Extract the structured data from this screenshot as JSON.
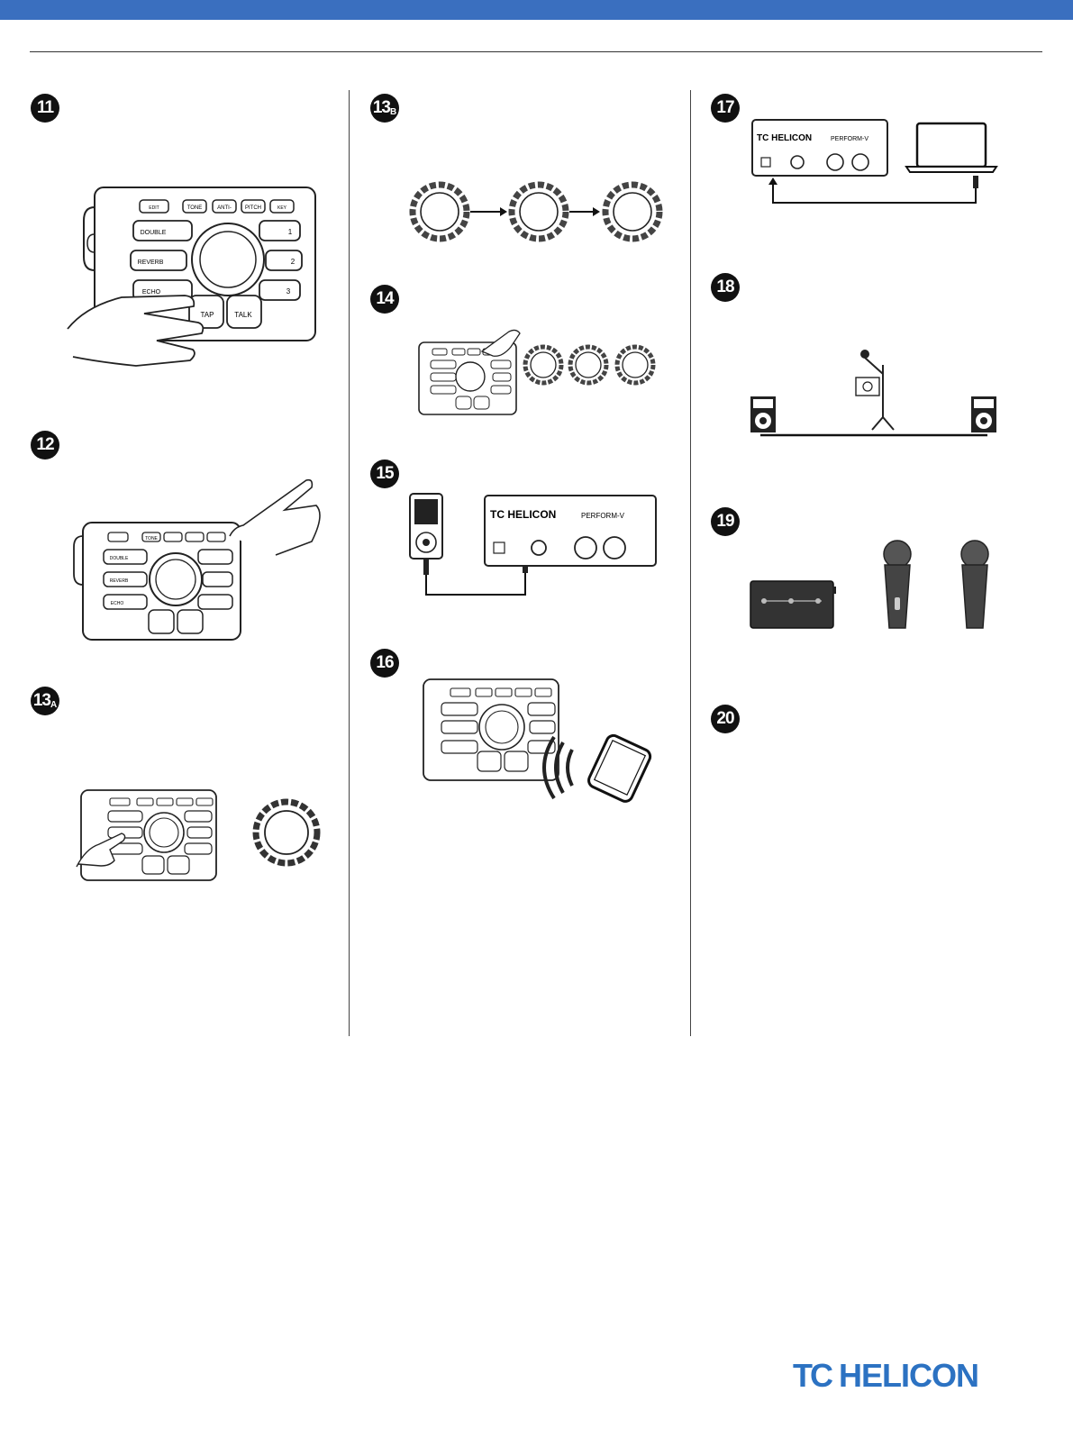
{
  "steps": {
    "s11": {
      "num": "11"
    },
    "s12": {
      "num": "12"
    },
    "s13a": {
      "num": "13",
      "suffix": "A"
    },
    "s13b": {
      "num": "13",
      "suffix": "B"
    },
    "s14": {
      "num": "14"
    },
    "s15": {
      "num": "15"
    },
    "s16": {
      "num": "16"
    },
    "s17": {
      "num": "17"
    },
    "s18": {
      "num": "18"
    },
    "s19": {
      "num": "19"
    },
    "s20": {
      "num": "20"
    }
  },
  "device": {
    "edit": "EDIT",
    "tone": "TONE",
    "anti": "ANTI-",
    "pitch": "PITCH",
    "key": "KEY",
    "double": "DOUBLE",
    "reverb": "REVERB",
    "echo": "ECHO",
    "tap": "TAP",
    "talk": "TALK",
    "p1": "1",
    "p2": "2",
    "p3": "3"
  },
  "rear": {
    "brand": "TC HELICON",
    "model": "PERFORM-V"
  },
  "brand_logo": {
    "tc": "TC",
    "helicon": "HELICON"
  },
  "colors": {
    "accent": "#3a6fbf",
    "logo": "#2c72c2"
  }
}
